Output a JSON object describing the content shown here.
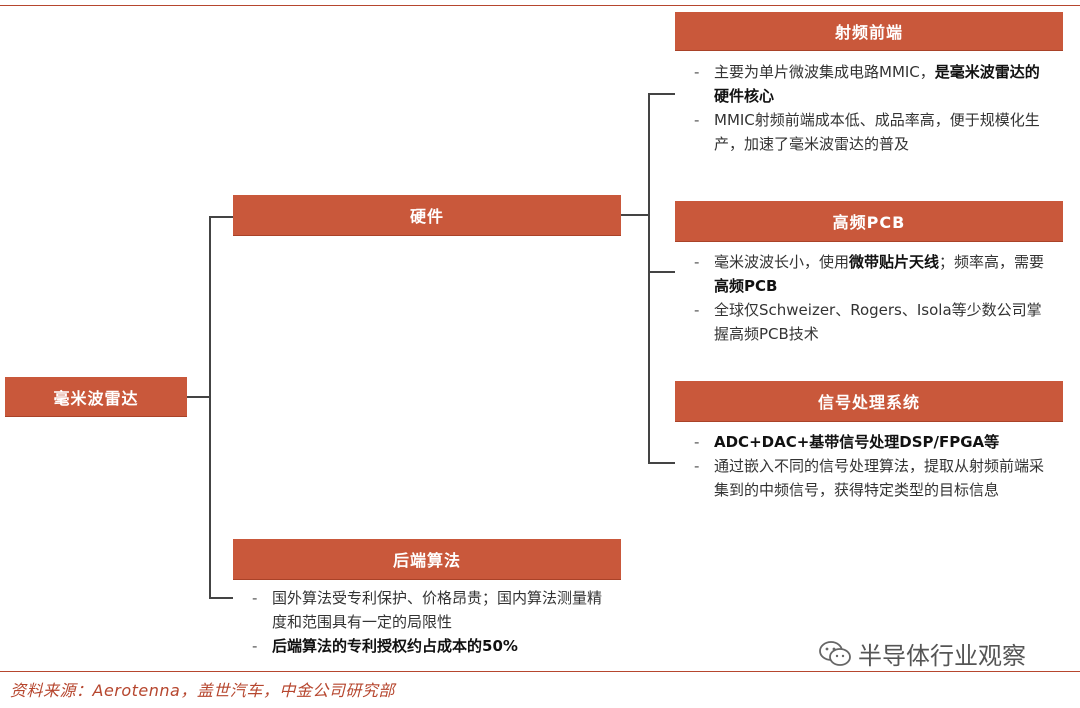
{
  "root": {
    "label": "毫米波雷达"
  },
  "branches": {
    "hardware": {
      "label": "硬件"
    },
    "backend": {
      "label": "后端算法",
      "bullets": [
        {
          "parts": [
            {
              "text": "国外算法受专利保护、价格昂贵；国内算法测量精度和范围具有一定的局限性",
              "bold": false
            }
          ]
        },
        {
          "parts": [
            {
              "text": "后端算法的专利授权约占成本的50%",
              "bold": true
            }
          ]
        }
      ]
    }
  },
  "hardware_children": [
    {
      "label": "射频前端",
      "bullets": [
        {
          "parts": [
            {
              "text": "主要为单片微波集成电路MMIC，",
              "bold": false
            },
            {
              "text": "是毫米波雷达的硬件核心",
              "bold": true
            }
          ]
        },
        {
          "parts": [
            {
              "text": "MMIC射频前端成本低、成品率高，便于规模化生产，加速了毫米波雷达的普及",
              "bold": false
            }
          ]
        }
      ]
    },
    {
      "label": "高频PCB",
      "bullets": [
        {
          "parts": [
            {
              "text": "毫米波波长小，使用",
              "bold": false
            },
            {
              "text": "微带贴片天线",
              "bold": true
            },
            {
              "text": "；频率高，需要",
              "bold": false
            },
            {
              "text": "高频PCB",
              "bold": true
            }
          ]
        },
        {
          "parts": [
            {
              "text": "全球仅Schweizer、Rogers、Isola等少数公司掌握高频PCB技术",
              "bold": false
            }
          ]
        }
      ]
    },
    {
      "label": "信号处理系统",
      "bullets": [
        {
          "parts": [
            {
              "text": "ADC+DAC+基带信号处理DSP/FPGA等",
              "bold": true
            }
          ]
        },
        {
          "parts": [
            {
              "text": "通过嵌入不同的信号处理算法，提取从射频前端采集到的中频信号，获得特定类型的目标信息",
              "bold": false
            }
          ]
        }
      ]
    }
  ],
  "source": "资料来源：Aerotenna，盖世汽车，中金公司研究部",
  "watermark": "半导体行业观察",
  "colors": {
    "box": "#c9583b",
    "rule": "#b6462e",
    "connector": "#444444"
  },
  "icons": {
    "watermark": "wechat-icon"
  }
}
